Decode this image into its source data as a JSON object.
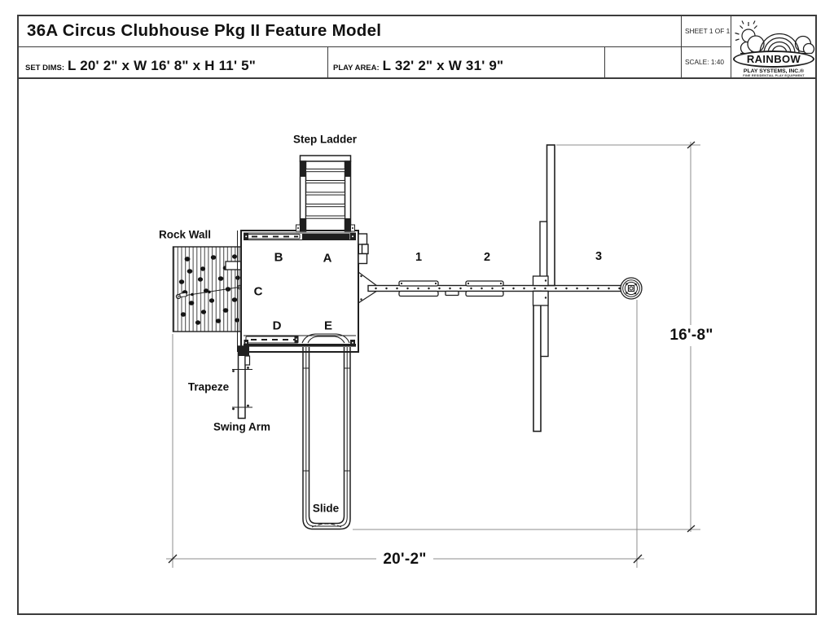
{
  "title_block": {
    "title": "36A Circus Clubhouse Pkg II Feature Model",
    "sheet": "SHEET 1 OF 1",
    "scale": "SCALE: 1:40",
    "set_dims_label": "SET DIMS:",
    "set_dims_value": "L 20' 2\" x W 16' 8\" x H 11' 5\"",
    "play_area_label": "PLAY AREA:",
    "play_area_value": "L 32' 2\" x W 31' 9\"",
    "logo_name": "RAINBOW",
    "logo_subtitle": "PLAY SYSTEMS, INC.®",
    "logo_tagline": "FINE RESIDENTIAL PLAY EQUIPMENT"
  },
  "drawing": {
    "labels": {
      "step_ladder": "Step Ladder",
      "rock_wall": "Rock Wall",
      "trapeze": "Trapeze",
      "swing_arm": "Swing Arm",
      "slide": "Slide"
    },
    "deck_positions": {
      "a": "A",
      "b": "B",
      "c": "C",
      "d": "D",
      "e": "E"
    },
    "swing_positions": {
      "p1": "1",
      "p2": "2",
      "p3": "3"
    },
    "dim_length": "20'-2\"",
    "dim_width": "16'-8\""
  },
  "colors": {
    "line": "#1f1f1f",
    "dim_line": "#8c8c8c",
    "background": "#ffffff"
  }
}
